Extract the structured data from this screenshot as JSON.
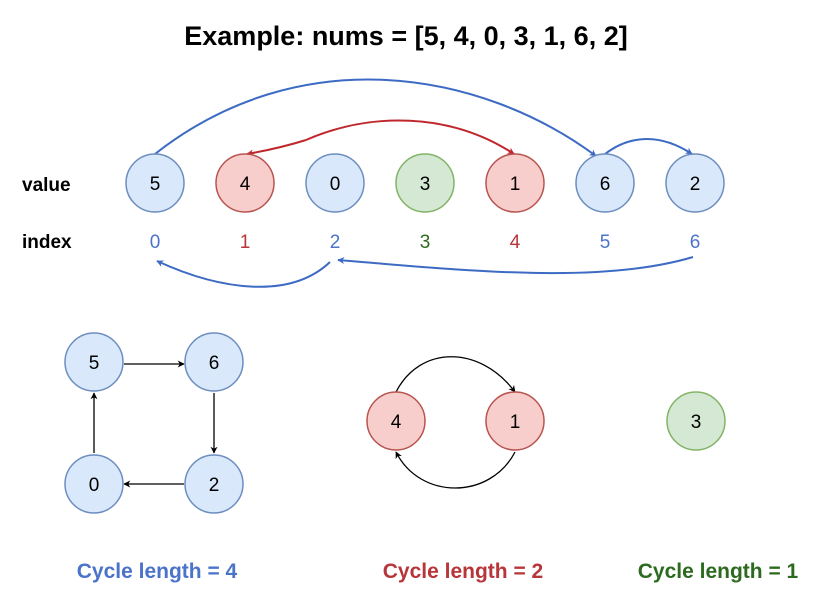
{
  "title": "Example: nums = [5, 4, 0, 3, 1, 6, 2]",
  "row_labels": {
    "value": "value",
    "index": "index"
  },
  "colors": {
    "blue_fill": "#dae8fc",
    "blue_stroke": "#6c8ebf",
    "blue_arrow": "#3d6bc4",
    "blue_text": "#4a73c9",
    "red_fill": "#f8cecc",
    "red_stroke": "#b85450",
    "red_arrow": "#c0272d",
    "red_text": "#b8353a",
    "green_fill": "#d5e8d4",
    "green_stroke": "#82b366",
    "green_text": "#2c6b1f"
  },
  "array": [
    {
      "value": "5",
      "index": "0",
      "group": "blue"
    },
    {
      "value": "4",
      "index": "1",
      "group": "red"
    },
    {
      "value": "0",
      "index": "2",
      "group": "blue"
    },
    {
      "value": "3",
      "index": "3",
      "group": "green"
    },
    {
      "value": "1",
      "index": "4",
      "group": "red"
    },
    {
      "value": "6",
      "index": "5",
      "group": "blue"
    },
    {
      "value": "2",
      "index": "6",
      "group": "blue"
    }
  ],
  "cycles": [
    {
      "nodes": [
        "5",
        "6",
        "2",
        "0"
      ],
      "caption": "Cycle length = 4",
      "group": "blue"
    },
    {
      "nodes": [
        "4",
        "1"
      ],
      "caption": "Cycle length = 2",
      "group": "red"
    },
    {
      "nodes": [
        "3"
      ],
      "caption": "Cycle length = 1",
      "group": "green"
    }
  ]
}
